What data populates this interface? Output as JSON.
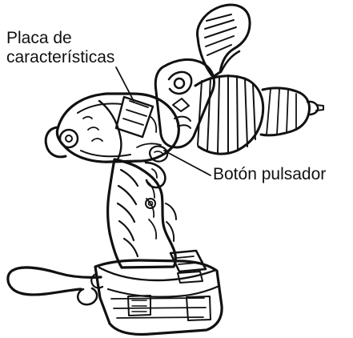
{
  "callouts": {
    "nameplate_line1": "Placa de",
    "nameplate_line2": "características",
    "push_button": "Botón pulsador"
  },
  "icons": {
    "drill": "cordless-drill-illustration",
    "nameplate": "nameplate-marker",
    "push_button": "push-button-marker"
  },
  "colors": {
    "ink": "#111111",
    "background": "#ffffff"
  }
}
